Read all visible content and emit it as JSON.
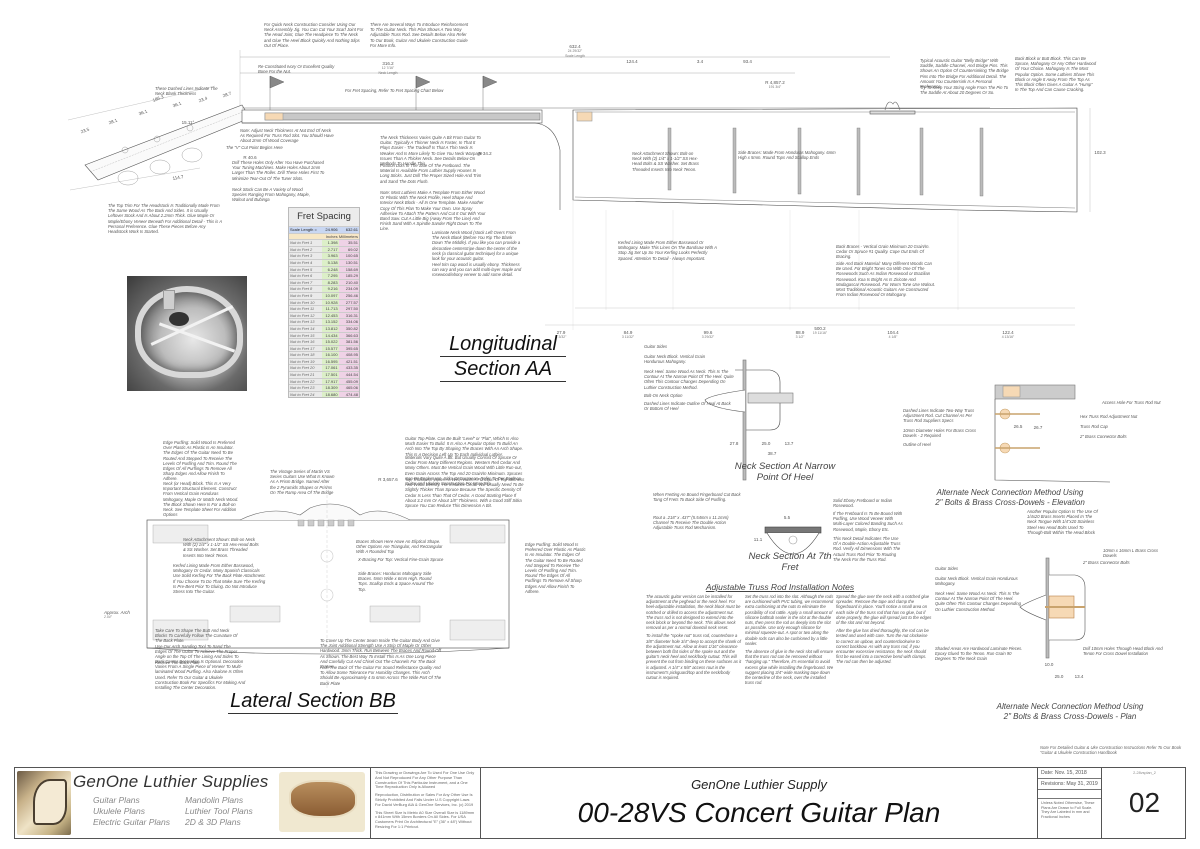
{
  "sections": {
    "longitudinal": [
      "Longitudinal",
      "Section AA"
    ],
    "lateral": "Lateral Section BB",
    "neck_heel": [
      "Neck Section At Narrow",
      "Point Of Heel"
    ],
    "neck_7th": [
      "Neck Section At 7th",
      "Fret"
    ],
    "alt_elevation": [
      "Alternate Neck Connection Method Using",
      "2\" Bolts & Brass Cross-Dowels - Elevation"
    ],
    "alt_plan": [
      "Alternate Neck Connection Method Using",
      "2\" Bolts & Brass Cross-Dowels - Plan"
    ],
    "truss_notes_title": "Adjustable Truss Rod Installation Notes"
  },
  "fret_table": {
    "title": "Fret Spacing",
    "scale_label": "Scale Length =",
    "scale_in": "24.906",
    "scale_mm": "632.61",
    "col_inches": "Inches",
    "col_mm": "Millimeters",
    "rows": [
      {
        "label": "Nut to Fret 1",
        "in": "1.398",
        "mm": "35.51"
      },
      {
        "label": "Nut to Fret 2",
        "in": "2.717",
        "mm": "69.02"
      },
      {
        "label": "Nut to Fret 3",
        "in": "3.963",
        "mm": "100.65"
      },
      {
        "label": "Nut to Fret 4",
        "in": "5.138",
        "mm": "130.51"
      },
      {
        "label": "Nut to Fret 5",
        "in": "6.248",
        "mm": "158.69"
      },
      {
        "label": "Nut to Fret 6",
        "in": "7.295",
        "mm": "185.29"
      },
      {
        "label": "Nut to Fret 7",
        "in": "8.283",
        "mm": "210.40"
      },
      {
        "label": "Nut to Fret 8",
        "in": "9.216",
        "mm": "234.09"
      },
      {
        "label": "Nut to Fret 9",
        "in": "10.097",
        "mm": "256.46"
      },
      {
        "label": "Nut to Fret 10",
        "in": "10.928",
        "mm": "277.57"
      },
      {
        "label": "Nut to Fret 11",
        "in": "11.713",
        "mm": "297.50"
      },
      {
        "label": "Nut to Fret 12",
        "in": "12.453",
        "mm": "316.31"
      },
      {
        "label": "Nut to Fret 13",
        "in": "13.152",
        "mm": "334.06"
      },
      {
        "label": "Nut to Fret 14",
        "in": "13.812",
        "mm": "350.82"
      },
      {
        "label": "Nut to Fret 15",
        "in": "14.434",
        "mm": "366.63"
      },
      {
        "label": "Nut to Fret 16",
        "in": "15.022",
        "mm": "381.56"
      },
      {
        "label": "Nut to Fret 17",
        "in": "15.577",
        "mm": "395.65"
      },
      {
        "label": "Nut to Fret 18",
        "in": "16.100",
        "mm": "408.95"
      },
      {
        "label": "Nut to Fret 19",
        "in": "16.595",
        "mm": "421.51"
      },
      {
        "label": "Nut to Fret 20",
        "in": "17.061",
        "mm": "433.35"
      },
      {
        "label": "Nut to Fret 21",
        "in": "17.501",
        "mm": "444.54"
      },
      {
        "label": "Nut to Fret 22",
        "in": "17.917",
        "mm": "455.09"
      },
      {
        "label": "Nut to Fret 23",
        "in": "18.309",
        "mm": "465.06"
      },
      {
        "label": "Nut to Fret 24",
        "in": "18.680",
        "mm": "474.48"
      }
    ]
  },
  "dimensions": {
    "scale_length": {
      "mm": "632.4",
      "in": "24 29/32\"",
      "label": "Scale Length"
    },
    "neck_length": {
      "mm": "316.2",
      "in": "12 7/16\"",
      "label": "Neck Length"
    },
    "d124": "124.4",
    "d3": "3.4",
    "d93": "93.4",
    "radius_top": {
      "mm": "R 4,857.2",
      "in": "191 3/4\""
    },
    "radius_heel": "R 34.2",
    "radius_head": "R 40.6",
    "body_depth": "102.3",
    "bottom_dims": [
      {
        "mm": "27.9",
        "in": "1 3/32\""
      },
      {
        "mm": "84.9",
        "in": "3 11/32\""
      },
      {
        "mm": "99.6",
        "in": "3 29/32\""
      },
      {
        "mm": "88.9",
        "in": "3 1/2\""
      },
      {
        "mm": "104.4",
        "in": "4 1/8\""
      },
      {
        "mm": "122.4",
        "in": "4 13/16\""
      }
    ],
    "body_length": {
      "mm": "500.2",
      "in": "19 11/16\""
    },
    "head_dims": [
      "23.5",
      "28.1",
      "36.1",
      "36.1",
      "23.4",
      "28.7",
      "186.3",
      "114.7",
      "15.11°"
    ],
    "heel_dims": [
      "27.8",
      "25.0",
      "13.7",
      "38.7"
    ],
    "seventh_dims": [
      "5.5",
      "11.1"
    ],
    "plan_dims": [
      "10.0",
      "25.0",
      "13.4"
    ],
    "elev_dims": [
      "26.5",
      "26.7",
      "20.7"
    ],
    "approx_arch": [
      "Approx. Arch",
      "2.04\""
    ],
    "r_lateral": "R 3,657.6"
  },
  "notes": {
    "quick_neck": "For Quick Neck Construction Consider Using Our Neck Assembly Jig. You Can Cut Your Scarf Joint For The Head Joint, Glue The Headpiece To The Neck and Glue The Heel Block Quickly And Nothing Slips Out Of Place.",
    "reinforcement": "There Are Several Ways To Introduce Reinforcement To The Guitar Neck. This Plan Shows A Two Way Adjustable Truss Rod. See Details Below Also Refer To Our Book, Guitar And Ukulele Construction Guide For More Info.",
    "nut": "Re-Constituted Ivory Or Excellent Quality Bone For the Nut.",
    "fret_spacing_ref": "For Fret Spacing, Refer To Fret Spacing Chart Below",
    "dashed_lines": "These Dashed Lines Indicate The Neck Blank Thickness",
    "adjust_neck": "Note: Adjust Neck Thickness At Nut End Of Neck As Required For Truss Rod Slot. You Should Have About 2mm Of Wood Coverage",
    "v_cut": "The \"V\" Cut Point Begins Here",
    "drill_holes": "Drill These Holes Only After You Have Purchased Your Tuning Machines. Make Holes About 1mm Larger Than The Roller. Drill These Holes First To Minimize Tear-Out Of The Tuner Slots.",
    "neck_stock": "Neck Stock Can Be A Variety of Wood Species Ranging From Mahogany, Maple, Walnut and Bubinga",
    "top_trim": "The Top Trim For The Headstock Is Traditionally Made From The Same Wood As The Back And Sides. It is Usually Leftover Stock And Is About 2.2mm Thick. Glue Maple Or Maple/Ebony Veneer Beneath For Additional Detail - This is A Personal Preference. Glue These Pieces Before Any Headstock Work Is Started.",
    "neck_thickness": "The Neck Thickness Varies Quite A Bit From Guitar To Guitar. Typically A Thinner Neck Is Faster, In That It Plays Easier - The Tradeoff Is That A Thin Neck Is Weaker And Is More Likely To Give You Neck Warpage Issues Than A Thicker Neck. See Details Below On Methods To Handle This.",
    "position_dots": "Position Dots In The Side Of The Fretboard. The Material Is Available From Luthier Supply Houses In Long Sticks. Just Drill The Proper Sized Hole And Trim and Sand The Dots Flush.",
    "template": "Note: Most Luthiers Make A Template From Either Wood Or Plastic With The Neck Profile, Heel Shape And Interior Neck Block - All In One Template. Make Another Copy Of This Plan To Make Your Own. Use Spray Adhesive To Attach The Pattern And Cut It Out With Your Band Saw. Cut A Little Big (Away From The Line) And Finish Sand With A Spindle Sander Right Down To The Line.",
    "laminate": "Laminate Neck Wood (stock Left Overs From The Neck Blank (Before You Rip The Blank Down The Middle). If you like you can provide a decorative centerstripe down the center of the neck (a classical guitar technique) for a unique look for your acoustic guitar.",
    "heel_cap": "Heel trim cap wood is usually ebony. Thickness can vary and you can add multi-layer maple and rosewood/ebony veneer to add some detail.",
    "neck_attach_long": "Neck Attachment Shown: Bolt-on Neck With (2) 1/4\" x 1-1/2\" SS Hex-Head Bolts & SS Washer. Set Brass Threaded Inserts Into Neck Tenon.",
    "side_braces": "Side Braces: Made From Honduras Mahogany. 6mm High x 5mm. Round Tops And Scallop Ends",
    "kerfed_long": "Kerfed Lining Made From Either Basswood Or Mahogany. Make This Lines On The Bandsaw With A Stop Jig Set Up So Your Kerfing Looks Perfectly Spaced. Attention To Detail - Always Important.",
    "back_braces": "Back Braces - Vertical Grain Minimum 20 Grain/In. Cedar Or Spruce #1 Quality. Cope Out Ends Of Bracing.",
    "side_back_material": "Side And Back Material: Many Different Woods Can Be Used. For Bright Tones Go With One Of The Rosewoods Such As Indian Rosewood or Brazilian Rosewood. Koa Is Bright As Is Ziricote And Madagascar Rosewood. For Warm Tone Use Walnut. Most Traditional Acoustic Guitars Are Constructed From Indian Rosewood Or Mahogany.",
    "bridge": "Typical Acoustic Guitar \"Belly Bridge\" With Saddle, Saddle Channel, And Bridge Pins. This Shows An Option Of Countersinking The Bridge Pins Into The Bridge For Additional Detail. The Amount You Countersink Is A Personal Preference.",
    "string_angle": "Try To Keep Your String Angle From The Pin To The Saddle At About 20 Degrees Or So.",
    "back_block": "Back Block or Butt Block. This Can Be Spruce, Mahogany Or Any Other Hardwood Of Your Choice. Mahogany Is The Most Popular Option. Some Luthiers Shave This Block or Angle It Away From The Top As This Block Often Gives A Guitar A \"Hump\" In The Top And Can Cause Cracking.",
    "edge_purfling": "Edge Purfling: Solid Wood Is Preferred Over Plastic As Plastic Is An Insulator. The Edges Of The Guitar Need To Be Routed And Stepped To Receive The Levels Of Purfling And Trim. Round The Edges Of All Purflings To Remove All Sharp Edges And Allow Finish To Adhere.",
    "neck_block": "Neck (or Head) Block. This Is A Very Important Structural Element. Construct From Vertical Grain Honduras Mahogany, Maple Or Match Neck Wood. The Block Shown Here Is For a Bolt-on Neck. See Template Sheet For Addition Options",
    "vintage": "The Vintage Series of Martin VS Series Guitars Use What Is Known As A Prism Bridge. Named After the 2 Pyramids Shapes or Prisms On The Ramp Area Of The Bridge",
    "neck_attach_lat": "Neck Attachment Shown: Bolt-on Neck With (2) 1/4\" x 1-1/2\" SS Hex-Head Bolts & SS Washer. Set Brass Threaded Inserts Into Neck Tenon.",
    "kerfed_lat": "Kerfed Lining Made From Either Basswood, Mahogany Or Cedar. Many Spanish Classicals Use Solid Kerfing For The Back Plate Attachment. If You Choose To Do That Make Sure The Kerfing Is Pre-Bent Prior To Gluing. Do Not Introduce Stress Into The Guitar.",
    "top_plate": "Guitar Top Plate. Can Be Built \"Level\" or \"Flat\", Which Is Also Much Easier To Build. It Is Also A Popular Option To Build An Arch Into The Top By Shaping The Braces With An Arch Shape. This Is A Decision Left Up To Each Individual Luthier.",
    "materials": "Materials Vary Quite A Bit. But Usually Consist Of Spruce Or Cedar From Many Different Regions. Western Red Cedar And Many Others. Must Be Vertical Grain Wood With Little Run-out, Even Grain Across The Top And 20 Grain/In Minimum. Spruces Can Be Englemann, Sitka Or European. Refer To Our Book on Guitar and Ukulele Construction For More Info.",
    "top_thickness": "Top Thickness Varies As Well And Is A Function Of Top Stiffness And Wood Density. For Instance Cedar Will Usually Need To Be Slightly Thicker Than Spruce Because The Specific Density Of Cedar Is Less Than That Of Cedar. A Good Starting Place If About 3.2 mm Or About 1/8\" Thickness. With a Good Stiff Sitka Spruce You Can Reduce This Dimension A Bit.",
    "braces_shape": "Braces Shown Here Have An Eliptical Shape. Other Options Are Triangular, And Rectangular With A Rounded Top",
    "x_bracing": "X-Bracing For Top: Vertical Fine-Grain Spruce",
    "side_braces_lat": "Side Braces: Honduras Mahogany Side Braces. 5mm Wide x 6mm High. Round Tops. Scallop Ends & Space Around The Top.",
    "edge_purfling_r": "Edge Purfling: Solid Wood Is Preferred Over Plastic As Plastic Is An Insulator. The Edges Of The Guitar Need To Be Routed And Stepped To Receive The Levels Of Purfling And Trim. Round The Edges Of All Purflings To Remove All Sharp Edges And Allow Finish To Adhere.",
    "butt_shape": "Take Care To Shape The Butt And Neck Blocks To Carefully Follow The Curvature Of The Back Plate.",
    "arch_sanding": "Use Our Arch Sanding Tool To Sand The Edges Of The Guitar To Achieve The Proper Angle on the Top Of The Lining And Sides To Receive The Back Plate",
    "back_center": "Back Center Decoration Is Optional. Decoration Varies From A Single Piece of Veneer To Multi-laminated Wood Purfling. Also Abalone Is Often Used. Refer To Our Guitar & Ukulele Construction Book For Specifics For Making And Installing The Center Decoration.",
    "center_seam": "To Cover Up The Center Seam Inside The Guitar Body And Give The Joint Additional Strength Use A Strip Of Maple Or Other Hardwood. 3mm Thick. Run Between The Braces And Round-Off As Shown. The Best Way To Install This Is As One Long Piece And Carefully Cut And Chisel Out The Channels For The Back Braces.",
    "arch_back": "Arch The Back Of The Guitar For Sound Reflectance Quality And To Allow Some Tolerance For Humidity Changes. This Arch Should Be Approximately 4 to 6mm Across The Wide Part Of The Back Plate",
    "heel_labels": [
      "Guitar Sides",
      "Guitar Neck Block. Vertical Grain Hondurous Mahogany.",
      "Neck Heel. Same Wood As Neck. This Is The Contour At The Narrow Point Of The Heel. Quite Often This Contour Changes Depending On Luthier Construction Method.",
      "Bolt-On Neck Option",
      "Dashed Lines Indicate Outline Of Heal At Back Or Bottom Of Heel"
    ],
    "fretting": "When Fretting An Bound Fingerboard Cut Back Tang Of Frets To Back Side Of Purfling.",
    "rout": "Rout a .218\" x .437\" (5.54mm x 11.1mm) Channel To Receive The Double Action Adjustable Truss Rod Mechanism.",
    "ebony": "Solid Ebony Fretboard or Indian Rosewood.",
    "bound": "If The Fretboard Is To Be Bound With Purfling, Use Wood Veneer With Multi-Layer Colored Banding Such As Rosewood, Maple, Ebony Etc.",
    "double_action": "This Neck Detail Indicates The Use Of A Double-Action Adjustable Truss Rod. Verify All Dimensions With The Actual Truss Rod Prior To Routing The Neck For the Truss Rod.",
    "elev_labels_l": [
      "Dashed Lines Indicate Two-Way Truss Adjustment Rod. Cut Channel As Per Truss Rod Suppliers Specs",
      "10mm Diameter Holes For Brass Cross Dowels - 2 Required",
      "Outline of Heel"
    ],
    "elev_labels_r": [
      "Access Hole For Truss Rod Nut",
      "Hex Truss Rod Adjustment Nut",
      "Truss Rod Cap",
      "2\" Brass Connector Bolts"
    ],
    "elev_popular": "Another Popular Option Is The Use Of 1/4x20 Brass Inserts Placed In The Neck Tongue With 1/4\"x20 Stainless Steel Hex Head Bolts Used To Through-Bolt Within The Head Block",
    "plan_labels": [
      "10mm x 16mm L Brass Cross Dowels",
      "2\" Brass Connector Bolts",
      "Guitar Sides",
      "Guitar Neck Block. Vertical Grain Hondurous Mahogany.",
      "Neck Heel. Same Wood As Neck. This Is The Contour At The Narrow Point Of The Heel. Quite Often This Contour Changes Depending On Luthier Construction Method.",
      "Shaded Areas Are Hardwood Laminate Pieces. Epoxy Glued To the Tenon. Run Grain 90 Degrees To The Neck Grain",
      "Drill 10mm Holes Through Head Block And Tenon For Cross Dowel Installation"
    ],
    "truss_col1": "The acoustic guitar version can be installed for adjustment at the peghead or the neck heel. For heel-adjustable installation, the neck block must be notched or drilled to access the adjustment nut. The truss rod is not designed to extend into the neck block or beyond the neck. This allows neck removal as per a normal dovetail neck reset.",
    "truss_col1b": "To install the \"spoke nut\" truss rod, counterbore a 3/8\" diameter hole 3/4\" deep to accept the shank of the adjustment nut. Allow at least 1/16\" clearance between both flat sides of the spoke nut and the guitar's neck heel and neck/body cutout. This will prevent the nut from binding on these surfaces as it is adjusted. A 1/4\" x 5/8\" access rout in the instrument's pickguard/top and the neck/body cutout is required.",
    "truss_col2": "Set the truss rod into the slot. Although the rods are cushioned with PVC tubing, we recommend extra cushioning at the nuts to eliminate the possibility of rod rattle. Apply a small amount of silicone bathtub sealer in the slot at the double nuts, then press the rod as deeply into the slot as possible. Use only enough silicone for minimal squeeze-out. A spot or two along the double rods can also be cushioned by a little sealer.",
    "truss_col2b": "The absence of glue in the neck slot will ensure that the truss rod can be removed without \"hanging up.\" Therefore, it's essential to avoid excess glue while installing the fingerboard. We suggest placing 3/4\"-wide masking tape down the centerline of the neck, over the installed truss rod.",
    "truss_col3": "Spread the glue over the neck with a notched glue spreader. Remove the tape and clamp the fingerboard in place. You'll notice a small area on each side of the truss rod that has no glue, but if done properly, the glue will spread just to the edges of the slot and not beyond.",
    "truss_col3b": "After the glue has dried thoroughly, the rod can be tested and used with care. Turn the nut clockwise to correct an upbow, and counterclockwise to correct backbow. As with any truss rod, if you encounter excessive resistance, the neck should first be eased into a corrective bend with clamps. The rod can then be adjusted."
  },
  "book_note": "Note For Detailed Guitar & Uke Construction Instructions Refer To Our Book \"Guitar & Ukulele Construction Handbook",
  "title_block": {
    "logo_title": "GenOne Luthier Supplies",
    "links": [
      "Guitar Plans",
      "Mandolin Plans",
      "Ukulele Plans",
      "Luthier Tool Plans",
      "Electric Guitar Plans",
      "2D & 3D Plans"
    ],
    "legal": [
      "This Drawing or Drawings Are To Used For One Use Only And Not Reproduced For Any Other Purpose Than Construction Of This Particular Instrument, and a One Time Reproduction Only is Allowed",
      "Reproduction, Distribution or Sales For Any Other Use Is Strictly Prohibited And Falls Under U.S Copyright Laws For David VerBurg AIA & GenOne Services, Inc. (c) 2019",
      "This Sheet Size Is Metric A0 Size Overall Size is 1189mm x 841mm With 15mm Borders On All Sides. For USA Customers Print On Architectural \"E\" (36\" x 48\") Without Resizing For 1:1 Printout."
    ],
    "company": "GenOne Luthier Supply",
    "plan_name": "00-28VS Concert Guitar Plan",
    "date": "Date: Nov. 15, 2018",
    "revisions": "Revisions: May 31, 2019",
    "unless_noted": "Unless Noted Otherwise, These Plans Are Drawn to Full Scale. They Are Labeled in mm and Fractional Inches",
    "file": "2-28vsplan_2",
    "sheet": "02"
  }
}
